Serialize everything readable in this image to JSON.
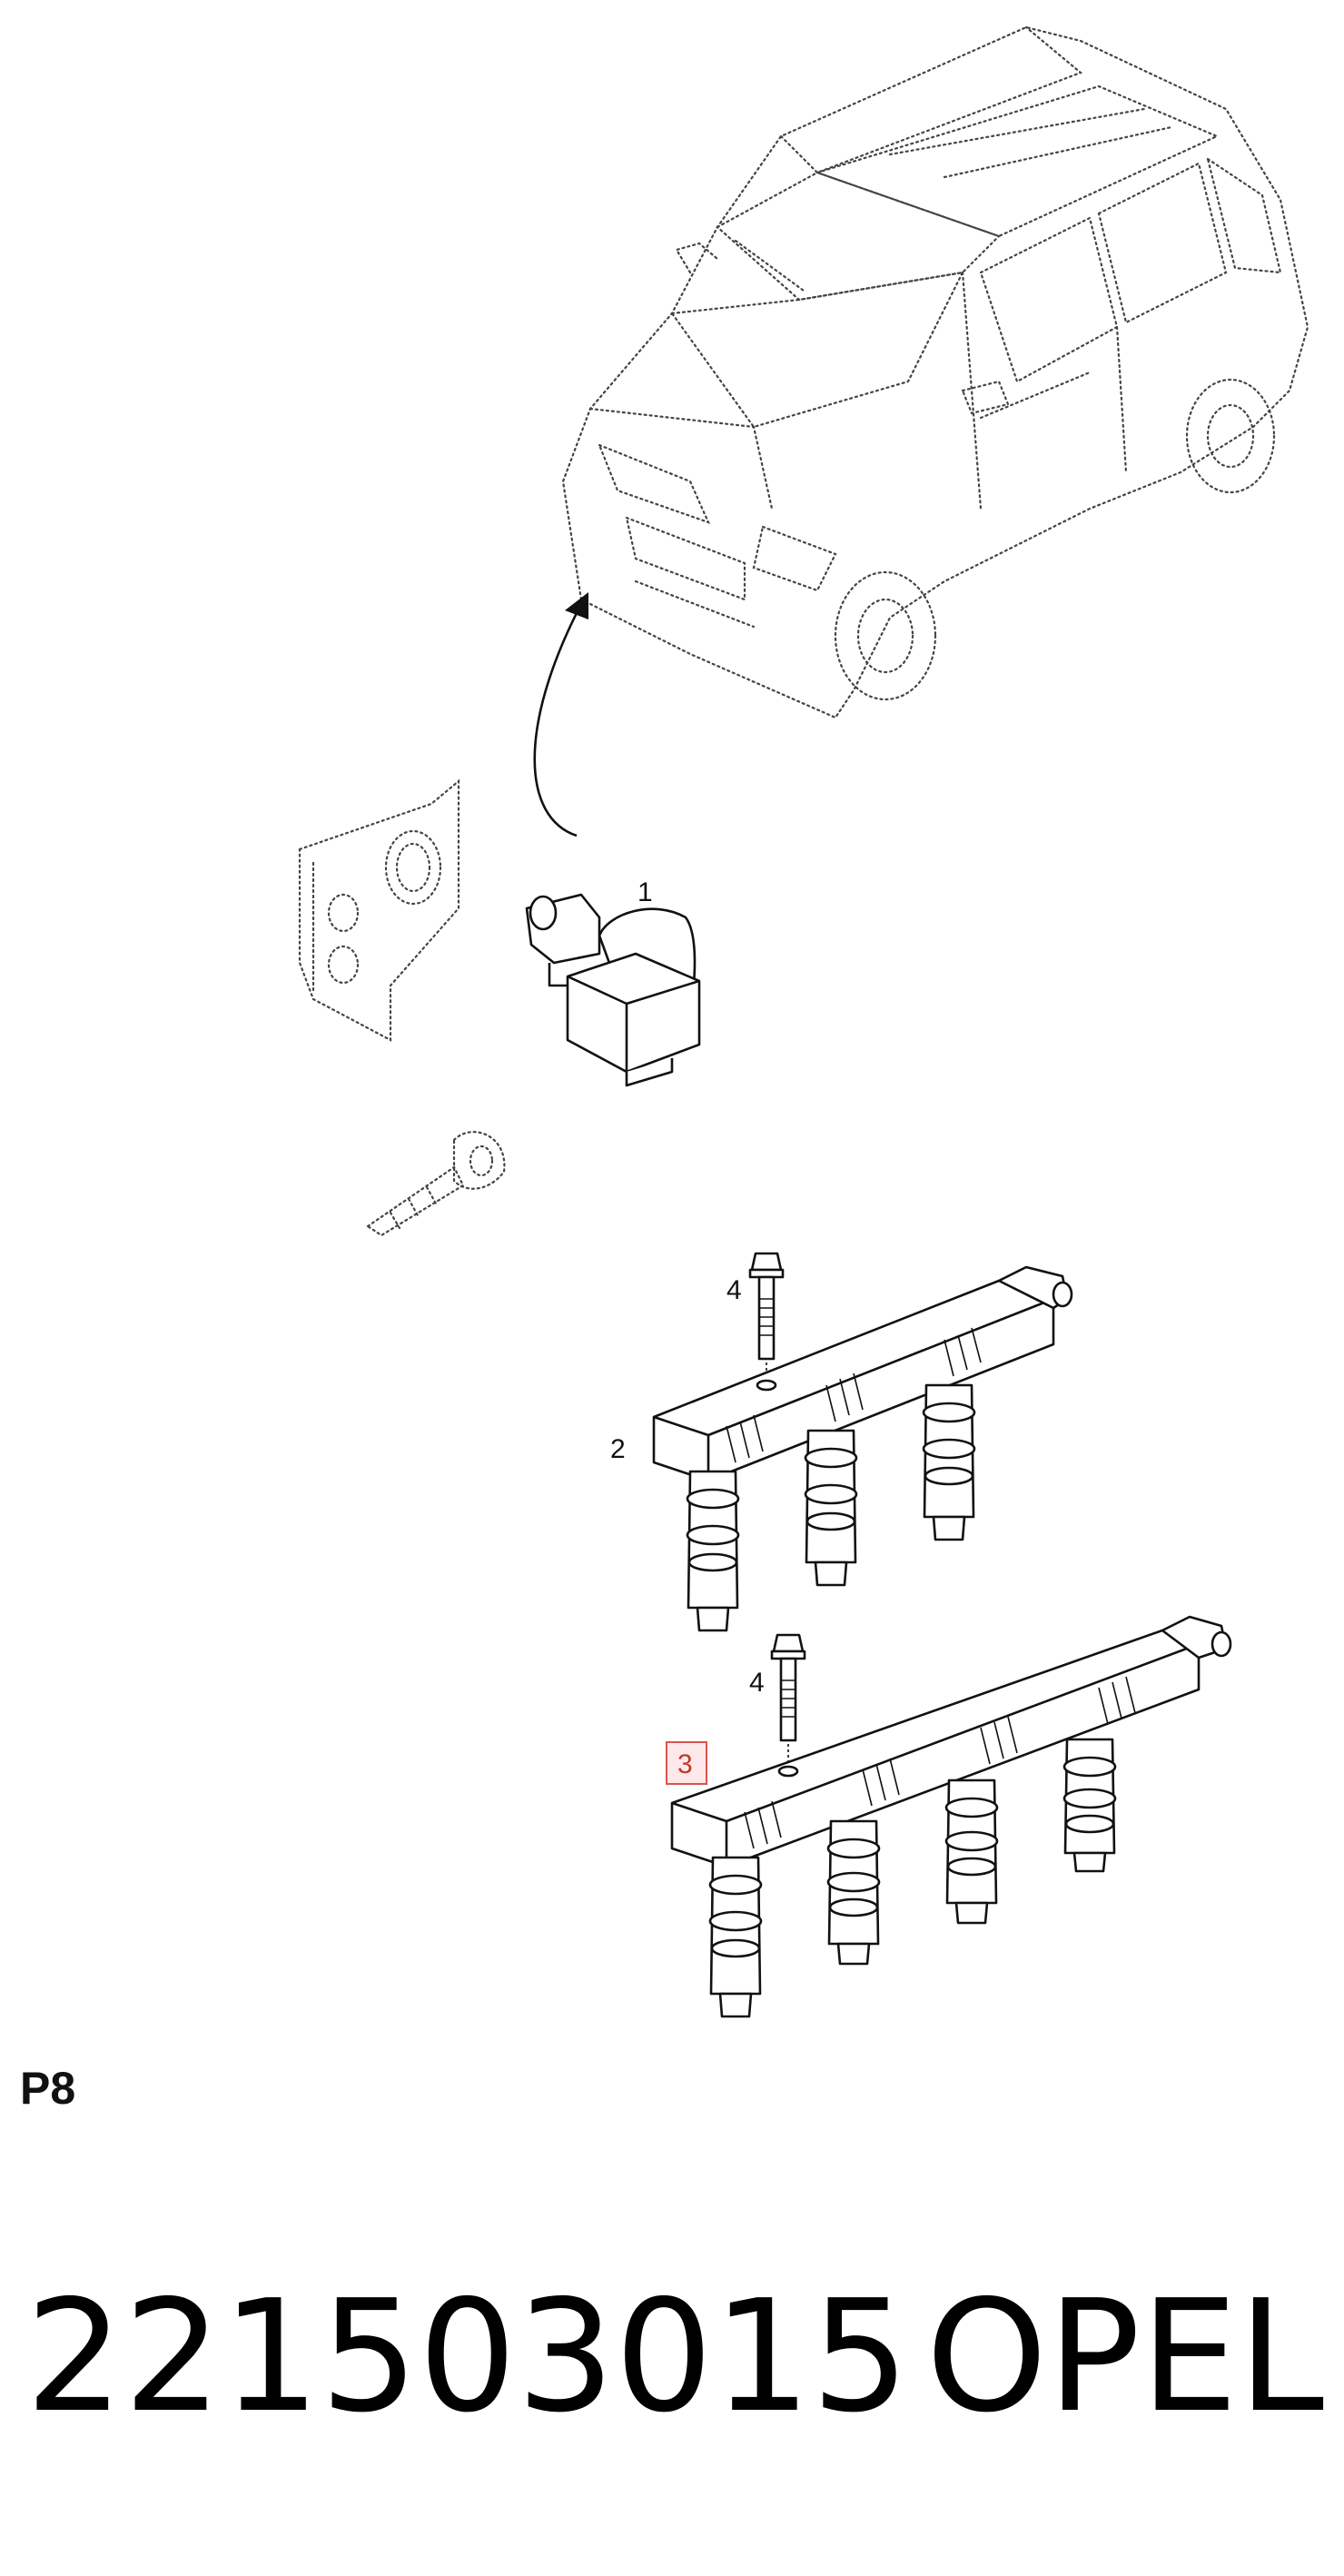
{
  "callouts": {
    "c1": "1",
    "c2": "2",
    "c3": "3",
    "c4a": "4",
    "c4b": "4"
  },
  "page_code": "P8",
  "footer": {
    "part_number": "221503015",
    "brand": "OPEL"
  },
  "colors": {
    "highlight_border": "#d9534f",
    "highlight_fill": "#fde8ea",
    "line": "#111111"
  }
}
